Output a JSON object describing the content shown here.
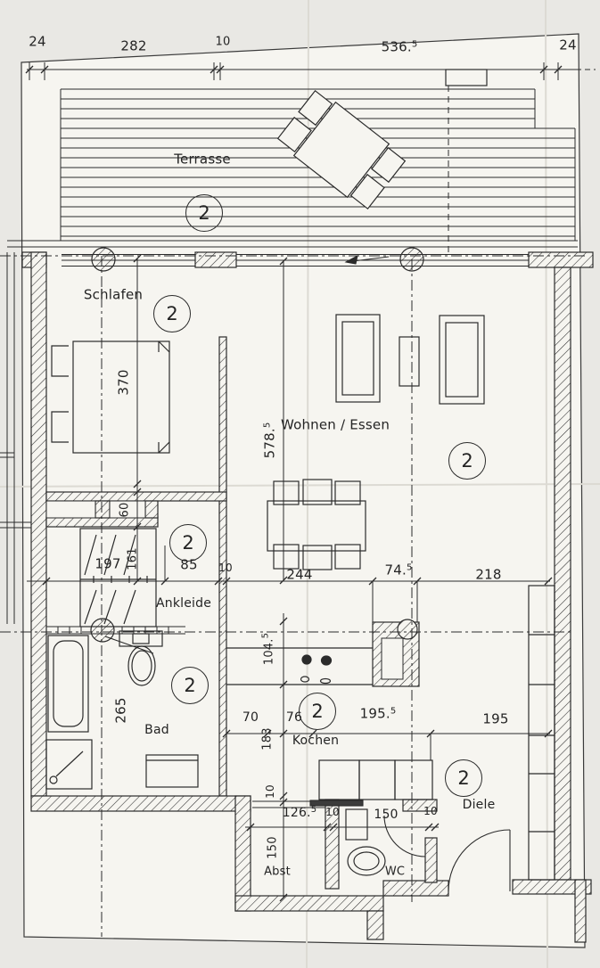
{
  "rooms": {
    "terrasse": "Terrasse",
    "schlafen": "Schlafen",
    "wohnen_essen": "Wohnen / Essen",
    "ankleide": "Ankleide",
    "bad": "Bad",
    "kochen": "Kochen",
    "diele": "Diele",
    "abstellraum": "Abst",
    "wc": "WC"
  },
  "unit_marker_value": "2",
  "dimensions": {
    "top_chain": {
      "wall_left": "24",
      "schlafen_width": "282",
      "partition": "10",
      "wohnen_width": "536.5",
      "wall_right": "24"
    },
    "left_chain": {
      "bed_zone": "370",
      "shaft": "60",
      "ankleide_zone": "161"
    },
    "mid_chain": {
      "bad_zone": "197",
      "ankleide_width": "85",
      "wall": "10",
      "ess_zone": "244",
      "kamin_zone": "74.5",
      "flur_zone": "218"
    },
    "wohnen_depth": "578.5",
    "bad_depth": "265",
    "center_chain": {
      "kamin_offset": "104.5",
      "kueche_depth": "183",
      "wall": "10",
      "abst_depth": "150"
    },
    "kochen_chain": {
      "seg_a": "70",
      "seg_b": "76",
      "seg_c": "195.5",
      "seg_d": "195"
    },
    "abst_chain": {
      "abst_width": "126.5",
      "wall_a": "10",
      "wc_width": "150",
      "wall_b": "10"
    }
  }
}
